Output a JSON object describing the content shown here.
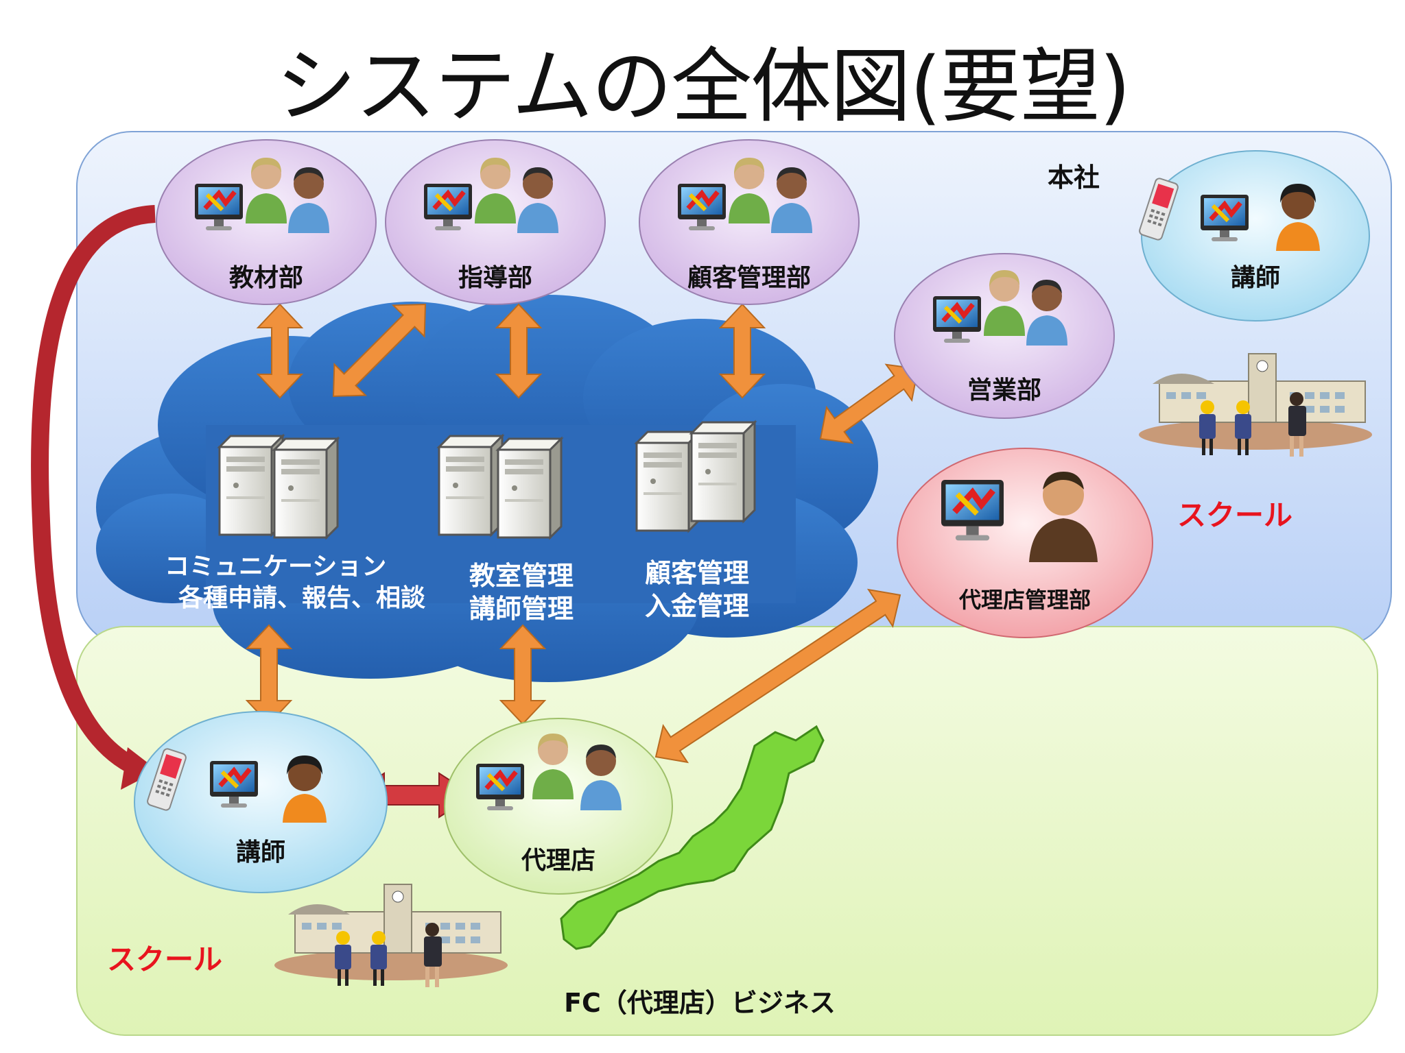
{
  "title": "システムの全体図(要望)",
  "zones": {
    "hq_label": "本社",
    "fc_label": "FC（代理店）ビジネス",
    "hq_color": "#c9daf8",
    "fc_color": "#e8f7c4"
  },
  "departments": [
    {
      "id": "kyozai",
      "label": "教材部"
    },
    {
      "id": "shido",
      "label": "指導部"
    },
    {
      "id": "kokyaku",
      "label": "顧客管理部"
    },
    {
      "id": "eigyo",
      "label": "営業部"
    },
    {
      "id": "kosi_hq",
      "label": "講師"
    },
    {
      "id": "dairiten_kanri",
      "label": "代理店管理部"
    },
    {
      "id": "kosi_fc",
      "label": "講師"
    },
    {
      "id": "dairiten",
      "label": "代理店"
    }
  ],
  "cloud": {
    "groups": [
      {
        "lines": [
          "コミュニケーション",
          "各種申請、報告、相談"
        ]
      },
      {
        "lines": [
          "教室管理",
          "講師管理"
        ]
      },
      {
        "lines": [
          "顧客管理",
          "入金管理"
        ]
      }
    ]
  },
  "schools": [
    {
      "label": "スクール"
    },
    {
      "label": "スクール"
    }
  ],
  "colors": {
    "cloud": "#2f6fbf",
    "arrow_orange": "#f0913c",
    "arrow_red": "#c0323a",
    "dept_bubble": "#e6d3f2",
    "teacher_bubble": "#d8f0fb",
    "agency_mgmt_bubble": "#f9c9cc",
    "agency_bubble": "#eef8d8",
    "japan": "#7bd63a"
  },
  "icons": [
    "monitor-icon",
    "people-icon",
    "teacher-icon",
    "phone-icon",
    "server-icon",
    "school-icon",
    "japan-map-icon",
    "businessman-icon"
  ]
}
